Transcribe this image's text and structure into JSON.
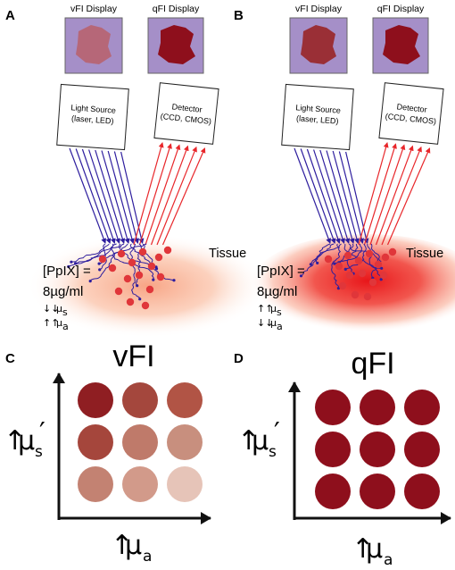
{
  "panels": [
    {
      "letter": "A",
      "vfi_display_label": "vFI Display",
      "qfi_display_label": "qFI Display",
      "vfi_display_color": "#b8606a",
      "qfi_display_color": "#8e0f1c",
      "light_source_line1": "Light Source",
      "light_source_line2": "(laser, LED)",
      "detector_line1": "Detector",
      "detector_line2": "(CCD, CMOS)",
      "tissue_label": "Tissue",
      "conc_line1": "[PpIX] =",
      "conc_line2": "8µg/ml",
      "mu_s_arrows": "↓↓",
      "mu_a_arrows": "↑↑",
      "tissue_style": "light"
    },
    {
      "letter": "B",
      "vfi_display_label": "vFI Display",
      "qfi_display_label": "qFI Display",
      "vfi_display_color": "#9a2f36",
      "qfi_display_color": "#8e0f1c",
      "light_source_line1": "Light Source",
      "light_source_line2": "(laser, LED)",
      "detector_line1": "Detector",
      "detector_line2": "(CCD, CMOS)",
      "tissue_label": "Tissue",
      "conc_line1": "[PpIX] =",
      "conc_line2": "8µg/ml",
      "mu_s_arrows": "↑↑",
      "mu_a_arrows": "↓↓",
      "tissue_style": "strong"
    }
  ],
  "grids": [
    {
      "letter": "C",
      "title": "vFI",
      "y_axis_label": "µs′",
      "x_axis_label": "µa",
      "circle_colors": [
        [
          "#8f1e22",
          "#a4473d",
          "#b15445"
        ],
        [
          "#a5463c",
          "#bf7a6a",
          "#c88f7e"
        ],
        [
          "#c38272",
          "#d29a8a",
          "#e6c4b8"
        ]
      ]
    },
    {
      "letter": "D",
      "title": "qFI",
      "y_axis_label": "µs′",
      "x_axis_label": "µa",
      "circle_colors": [
        [
          "#8e0f1c",
          "#8e0f1c",
          "#8e0f1c"
        ],
        [
          "#8e0f1c",
          "#8e0f1c",
          "#8e0f1c"
        ],
        [
          "#8e0f1c",
          "#8e0f1c",
          "#8e0f1c"
        ]
      ]
    }
  ],
  "colors": {
    "display_background": "#a58fc8",
    "excitation_light": "#2e1e9e",
    "emission_light": "#e8262a",
    "fluorophore": "#e0363a"
  }
}
